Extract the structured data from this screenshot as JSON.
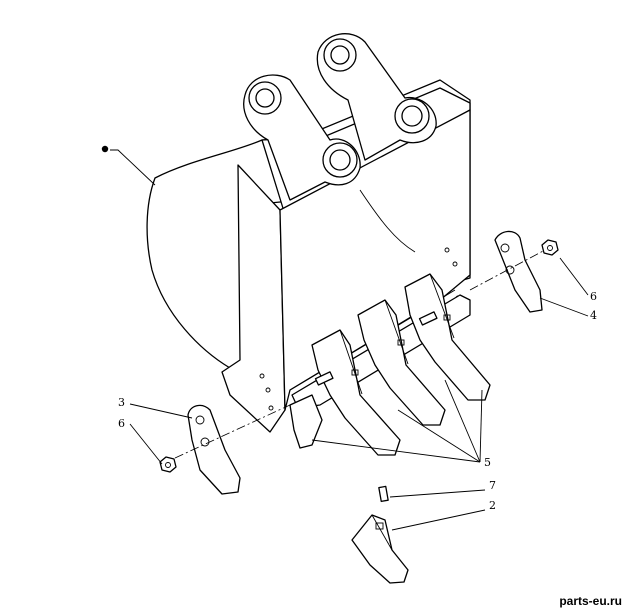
{
  "callouts": [
    {
      "id": "c2",
      "label": "2"
    },
    {
      "id": "c3",
      "label": "3"
    },
    {
      "id": "c4",
      "label": "4"
    },
    {
      "id": "c5",
      "label": "5"
    },
    {
      "id": "c6a",
      "label": "6"
    },
    {
      "id": "c6b",
      "label": "6"
    },
    {
      "id": "c7",
      "label": "7"
    }
  ],
  "watermark": "parts-eu.ru"
}
